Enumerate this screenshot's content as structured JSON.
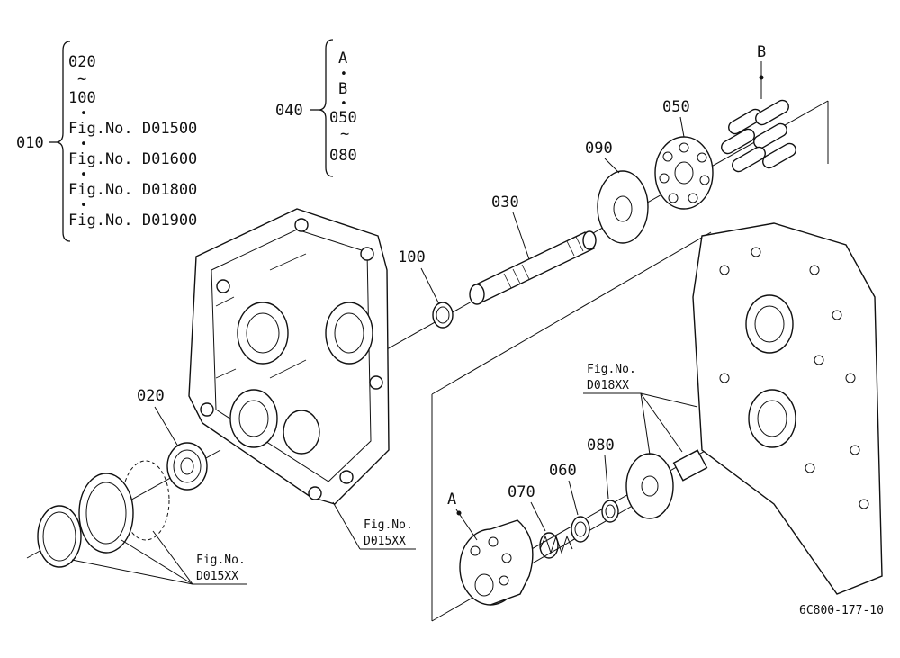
{
  "diagram_code": "6C800-177-10",
  "bracket_010": {
    "label": "010",
    "line1": "020",
    "tilde": "~",
    "line2": "100",
    "dot": "•",
    "fig1": "Fig.No.  D01500",
    "fig2": "Fig.No.  D01600",
    "fig3": "Fig.No.  D01800",
    "fig4": "Fig.No.  D01900"
  },
  "bracket_040": {
    "label": "040",
    "line1": "A",
    "line2": "B",
    "line3": "050",
    "tilde": "~",
    "line4": "080"
  },
  "callouts": {
    "p020": "020",
    "p030": "030",
    "p050": "050",
    "p060": "060",
    "p070": "070",
    "p080": "080",
    "p090": "090",
    "p100": "100",
    "a": "A",
    "b": "B"
  },
  "refs": {
    "fig_label": "Fig.No.",
    "d018": "D018XX",
    "d015_a": "D015XX",
    "d015_b": "D015XX"
  }
}
